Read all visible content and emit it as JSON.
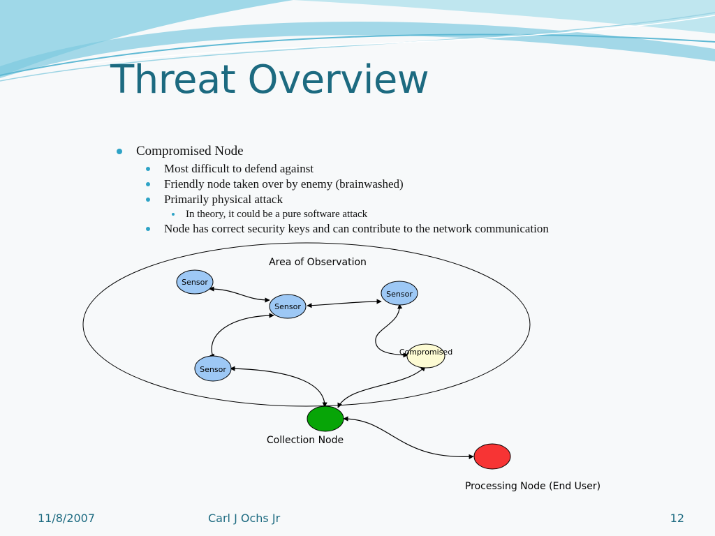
{
  "slide": {
    "title": "Threat Overview",
    "bullets": {
      "main": "Compromised Node",
      "sub1": "Most difficult to defend against",
      "sub2": "Friendly node taken over by enemy (brainwashed)",
      "sub3": "Primarily physical attack",
      "subsub1": "In theory, it could be a pure software attack",
      "sub4": "Node has correct security keys and can contribute to the network communication"
    }
  },
  "diagram": {
    "area_label": "Area of Observation",
    "sensor1": "Sensor",
    "sensor2": "Sensor",
    "sensor3": "Sensor",
    "sensor4": "Sensor",
    "compromised": "Compromised",
    "collection": "Collection Node",
    "processing": "Processing Node (End User)",
    "colors": {
      "sensor": "#9dc8f5",
      "compromised": "#fdfbd3",
      "collection": "#07a507",
      "processing": "#f73434"
    }
  },
  "footer": {
    "date": "11/8/2007",
    "author": "Carl J Ochs Jr",
    "page": "12"
  }
}
